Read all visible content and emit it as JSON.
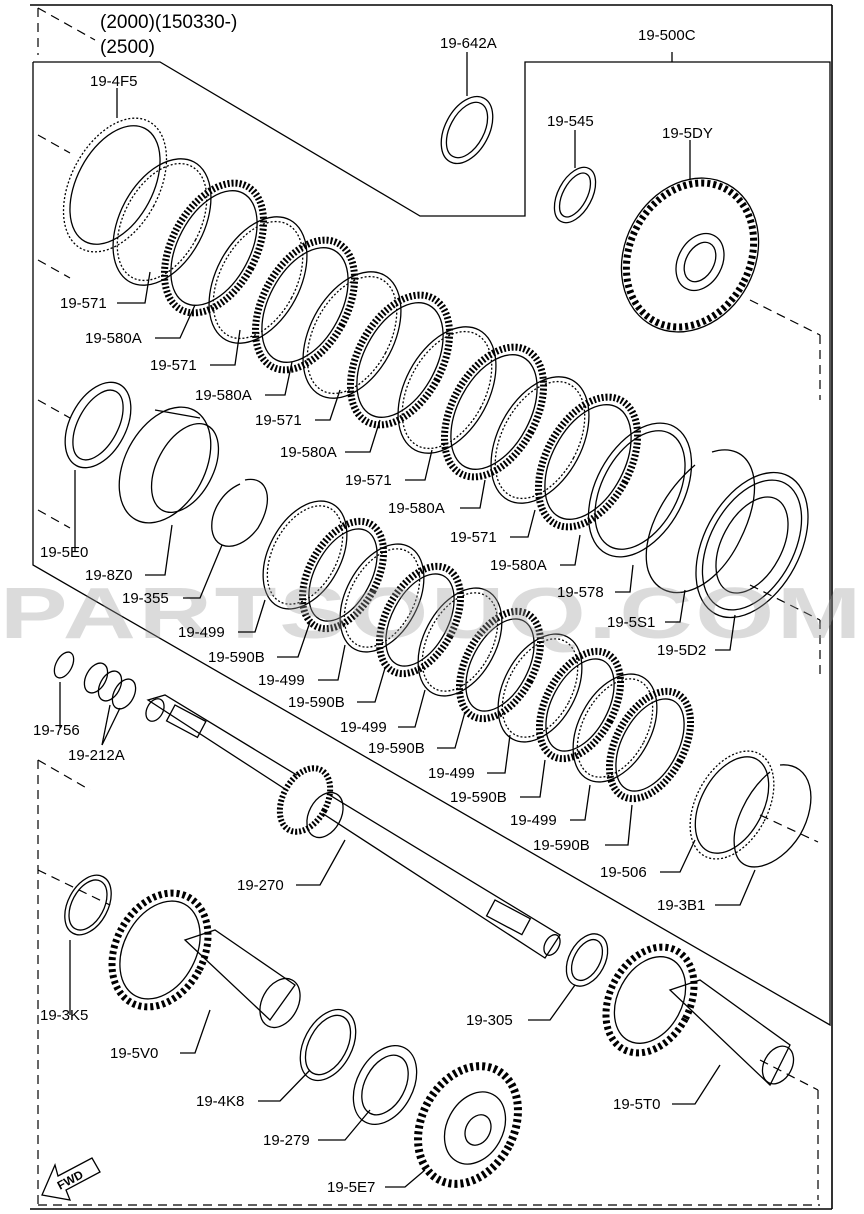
{
  "header": {
    "model_line1": "(2000)(150330-)",
    "model_line2": "(2500)"
  },
  "watermark": "PARTSOUQ.COM",
  "fwd_label": "FWD",
  "labels": {
    "l_642A": "19-642A",
    "l_500C": "19-500C",
    "l_4F5": "19-4F5",
    "l_545": "19-545",
    "l_5DY": "19-5DY",
    "l_571_a": "19-571",
    "l_580A_a": "19-580A",
    "l_571_b": "19-571",
    "l_580A_b": "19-580A",
    "l_571_c": "19-571",
    "l_580A_c": "19-580A",
    "l_571_d": "19-571",
    "l_580A_d": "19-580A",
    "l_571_e": "19-571",
    "l_580A_e": "19-580A",
    "l_578": "19-578",
    "l_5S1": "19-5S1",
    "l_5D2": "19-5D2",
    "l_5E0": "19-5E0",
    "l_8Z0": "19-8Z0",
    "l_355": "19-355",
    "l_499_a": "19-499",
    "l_590B_a": "19-590B",
    "l_499_b": "19-499",
    "l_590B_b": "19-590B",
    "l_499_c": "19-499",
    "l_590B_c": "19-590B",
    "l_499_d": "19-499",
    "l_590B_d": "19-590B",
    "l_499_e": "19-499",
    "l_590B_e": "19-590B",
    "l_756": "19-756",
    "l_212A": "19-212A",
    "l_270": "19-270",
    "l_506": "19-506",
    "l_3B1": "19-3B1",
    "l_3K5": "19-3K5",
    "l_305": "19-305",
    "l_5V0": "19-5V0",
    "l_4K8": "19-4K8",
    "l_5T0": "19-5T0",
    "l_279": "19-279",
    "l_5E7": "19-5E7"
  }
}
